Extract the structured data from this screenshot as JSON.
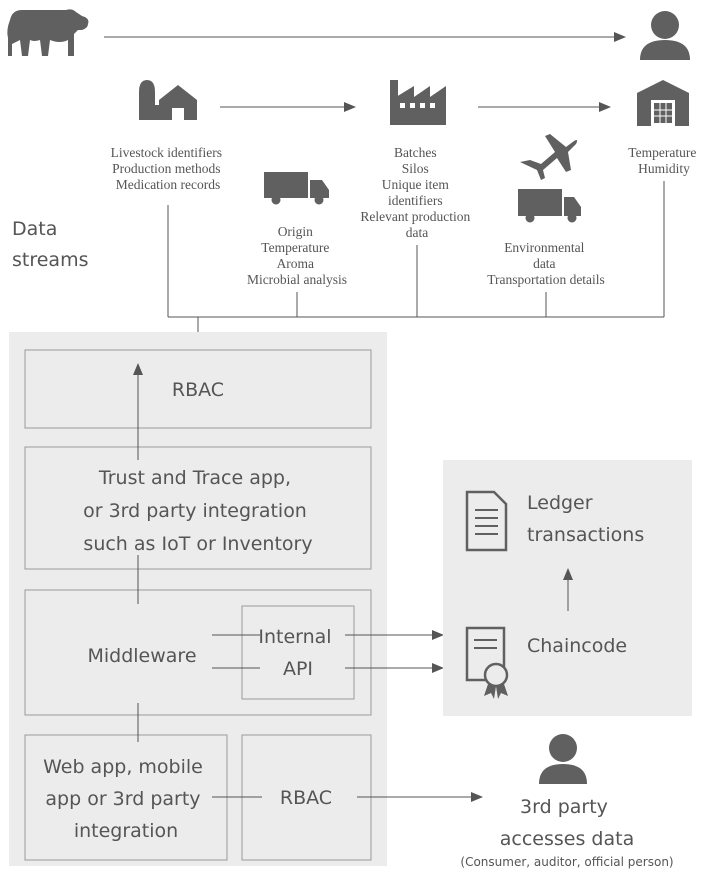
{
  "flow_top": {
    "labels": {
      "farm": [
        "Livestock identifiers",
        "Production methods",
        "Medication records"
      ],
      "truck1": [
        "Origin",
        "Temperature",
        "Aroma",
        "Microbial analysis"
      ],
      "factory": [
        "Batches",
        "Silos",
        "Unique item",
        "identifiers",
        "Relevant production",
        "data"
      ],
      "transport": [
        "Environmental",
        "data",
        "Transportation details"
      ],
      "warehouse": [
        "Temperature",
        "Humidity"
      ]
    },
    "data_streams_label": [
      "Data",
      "streams"
    ]
  },
  "platform": {
    "rbac_top": "RBAC",
    "trust_app": [
      "Trust and Trace app,",
      "or 3rd party integration",
      "such as IoT or Inventory"
    ],
    "middleware": "Middleware",
    "internal_api": [
      "Internal",
      "API"
    ],
    "web_app": [
      "Web app, mobile",
      "app or 3rd party",
      "integration"
    ],
    "rbac_bottom": "RBAC"
  },
  "ledger": {
    "ledger_transactions": [
      "Ledger",
      "transactions"
    ],
    "chaincode": "Chaincode"
  },
  "third_party": {
    "title": [
      "3rd party",
      "accesses data"
    ],
    "subtitle": "(Consumer, auditor, official person)"
  },
  "icons": {
    "cow": "cow-icon",
    "consumer": "person-icon",
    "farm": "barn-silo-icon",
    "factory": "factory-icon",
    "warehouse": "warehouse-icon",
    "truck": "truck-icon",
    "plane": "airplane-icon",
    "document": "document-icon",
    "certificate": "certificate-icon",
    "third_party_person": "person-icon"
  },
  "colors": {
    "icon": "#606060",
    "box_fill": "#ececec",
    "box_stroke": "#9a9a9a",
    "text": "#555555"
  }
}
